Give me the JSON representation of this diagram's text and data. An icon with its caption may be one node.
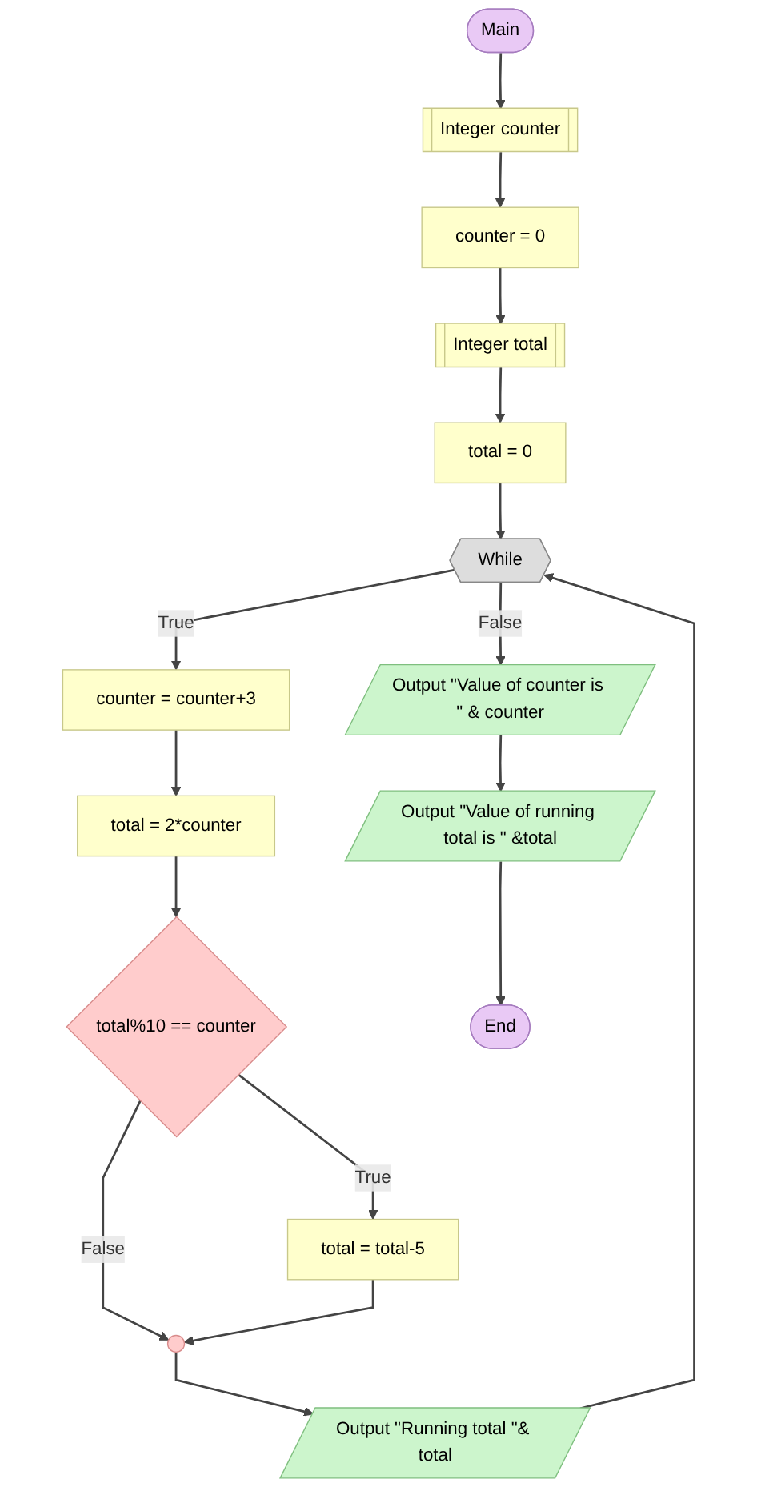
{
  "diagram": {
    "nodes": [
      {
        "text": [
          "Main"
        ]
      },
      {
        "text": [
          "Integer counter"
        ]
      },
      {
        "text": [
          "counter = 0"
        ]
      },
      {
        "text": [
          "Integer total"
        ]
      },
      {
        "text": [
          "total = 0"
        ]
      },
      {
        "text": [
          "While"
        ]
      },
      {
        "text": [
          "counter = counter+3"
        ]
      },
      {
        "text": [
          "total = 2*counter"
        ]
      },
      {
        "text": [
          "total%10 == counter"
        ]
      },
      {
        "text": [
          "total = total-5"
        ]
      },
      {
        "text": [],
        "shape": "circle"
      },
      {
        "text": [
          "Output \"Running total \"& total"
        ]
      },
      {
        "text": [
          "Output \"Value of counter is \" & counter"
        ]
      },
      {
        "text": [
          "Output \"Value of running total is \" &total"
        ]
      },
      {
        "text": [
          "End"
        ]
      }
    ],
    "edges": [
      {
        "from": 0,
        "to": 1,
        "arrow": "to"
      },
      {
        "from": 1,
        "to": 2,
        "arrow": "to"
      },
      {
        "from": 2,
        "to": 3,
        "arrow": "to"
      },
      {
        "from": 3,
        "to": 4,
        "arrow": "to"
      },
      {
        "from": 4,
        "to": 5,
        "arrow": "to"
      },
      {
        "from": 5,
        "to": 6,
        "arrow": "to",
        "label": "True"
      },
      {
        "from": 6,
        "to": 7,
        "arrow": "to"
      },
      {
        "from": 7,
        "to": 8,
        "arrow": "to"
      },
      {
        "from": 8,
        "to": 9,
        "arrow": "to",
        "label": "True"
      },
      {
        "from": 8,
        "to": 10,
        "arrow": "to",
        "label": "False"
      },
      {
        "from": 9,
        "to": 10,
        "arrow": "to"
      },
      {
        "from": 10,
        "to": 11,
        "arrow": "to"
      },
      {
        "from": 11,
        "to": 5,
        "arrow": "to"
      },
      {
        "from": 5,
        "to": 12,
        "arrow": "to",
        "label": "False"
      },
      {
        "from": 12,
        "to": 13,
        "arrow": "to"
      },
      {
        "from": 13,
        "to": 14,
        "arrow": "to"
      }
    ]
  }
}
